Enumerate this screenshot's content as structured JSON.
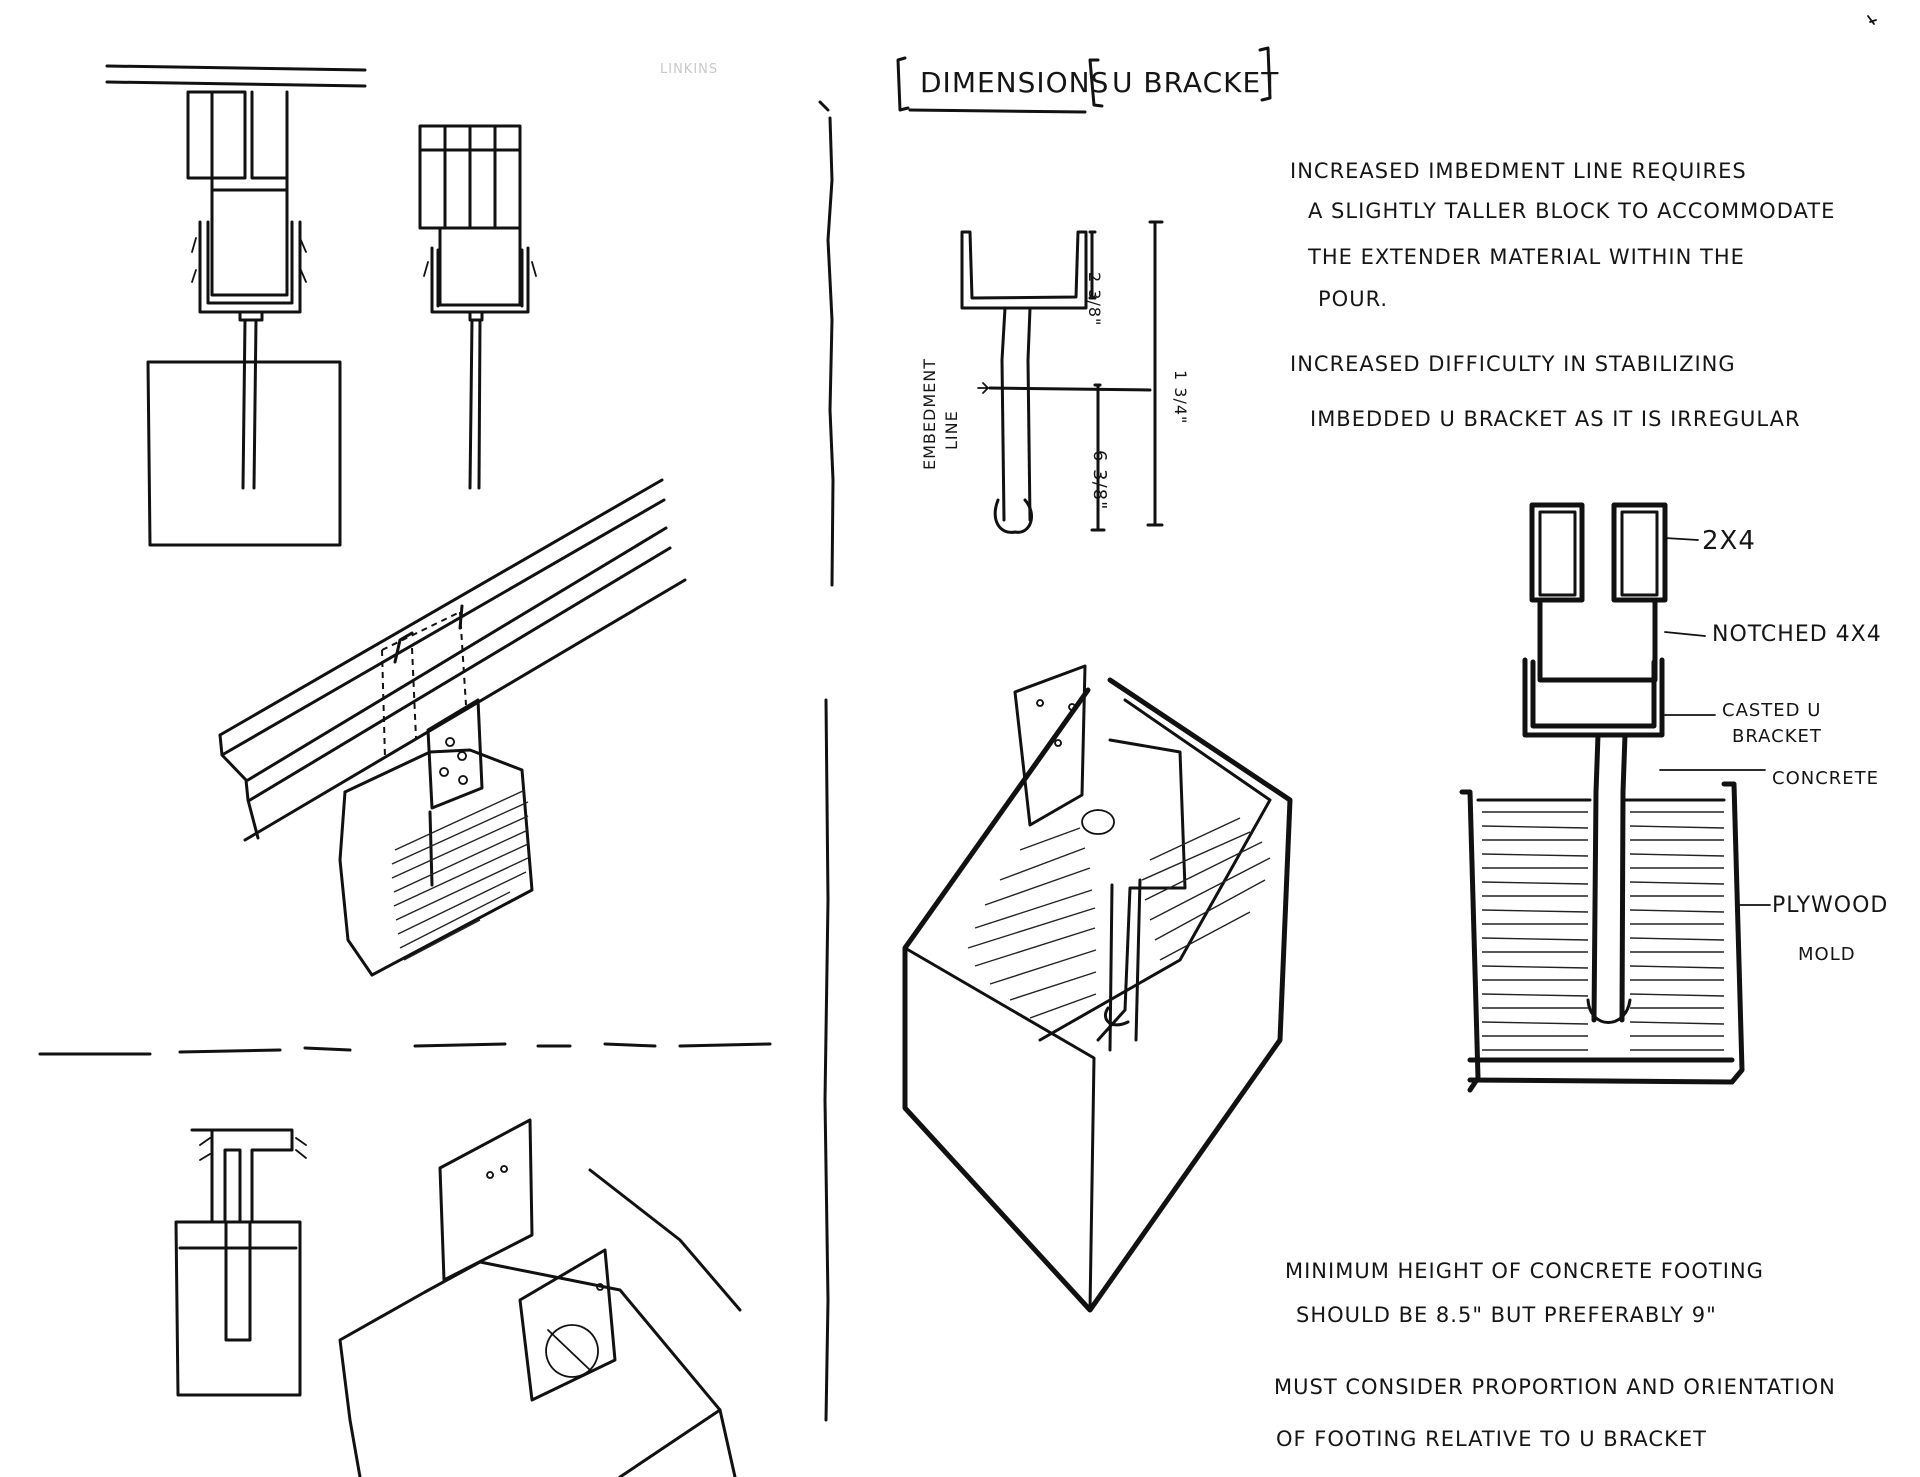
{
  "title": {
    "word": "Dimensions",
    "bracket_label": "U bracket"
  },
  "faint_corner_text": "LINKINS",
  "notes_top": [
    "Increased imbedment line requires",
    "a slightly taller block to accommodate",
    "the extender material within the",
    "pour.",
    "Increased difficulty in stabilizing",
    "imbedded U bracket as it is irregular"
  ],
  "dimensions": {
    "embedment_line": [
      "Embedment",
      "line"
    ],
    "d1": "2 3/8\"",
    "d2": "1 3/4\"",
    "d3": "6 3/8\""
  },
  "section_labels": {
    "two_by_four": "2x4",
    "notched": "Notched 4x4",
    "casted_bracket_1": "Casted U",
    "casted_bracket_2": "Bracket",
    "concrete": "Concrete",
    "plywood_1": "Plywood",
    "plywood_2": "Mold"
  },
  "notes_bottom": [
    "Minimum height of concrete footing",
    "should be 8.5\" but preferably 9\"",
    "Must consider proportion and orientation",
    "of footing relative to U bracket"
  ]
}
